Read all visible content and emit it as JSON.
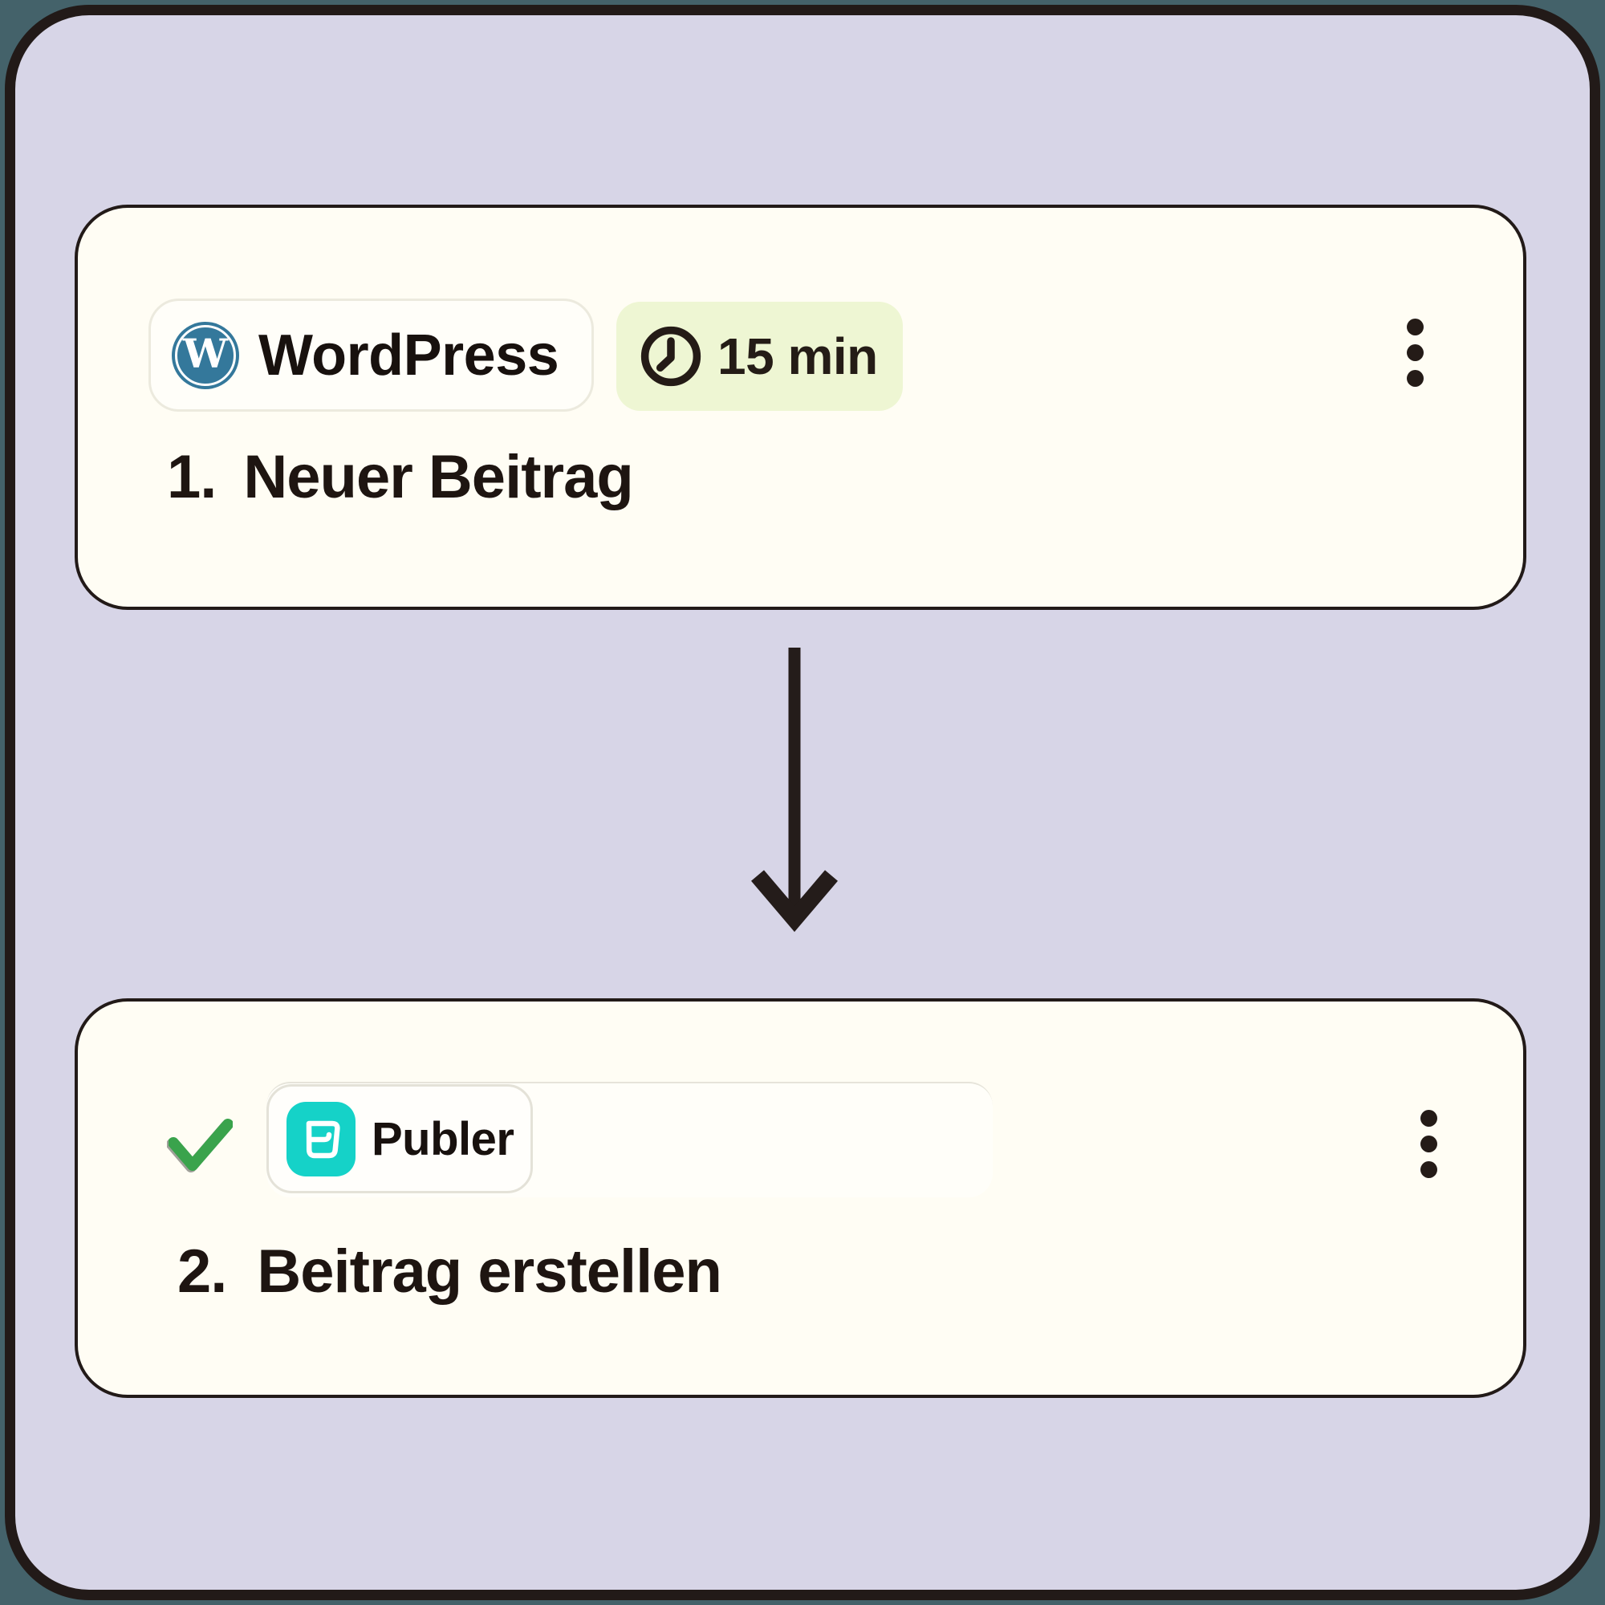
{
  "canvas": {
    "background_color": "#44626a",
    "panel_color": "#d7d5e7",
    "outline_color": "#221a18",
    "card_color": "#fffdf4"
  },
  "colors": {
    "wordpress_blue": "#34789b",
    "publer_teal": "#15d2c8",
    "schedule_badge_bg": "#eef6d3",
    "check_green": "#3aa34c",
    "text_dark": "#1e1511"
  },
  "icons": {
    "wordpress_glyph": "W",
    "wordpress": "wordpress-logo-icon",
    "clock": "clock-icon",
    "kebab": "kebab-menu-icon",
    "check": "check-icon",
    "publer": "publer-logo-icon",
    "connector": "arrow-down-icon"
  },
  "workflow": {
    "steps": [
      {
        "number": "1.",
        "title": "Neuer Beitrag",
        "app": "WordPress",
        "schedule": "15 min"
      },
      {
        "number": "2.",
        "title": "Beitrag erstellen",
        "app": "Publer"
      }
    ]
  }
}
